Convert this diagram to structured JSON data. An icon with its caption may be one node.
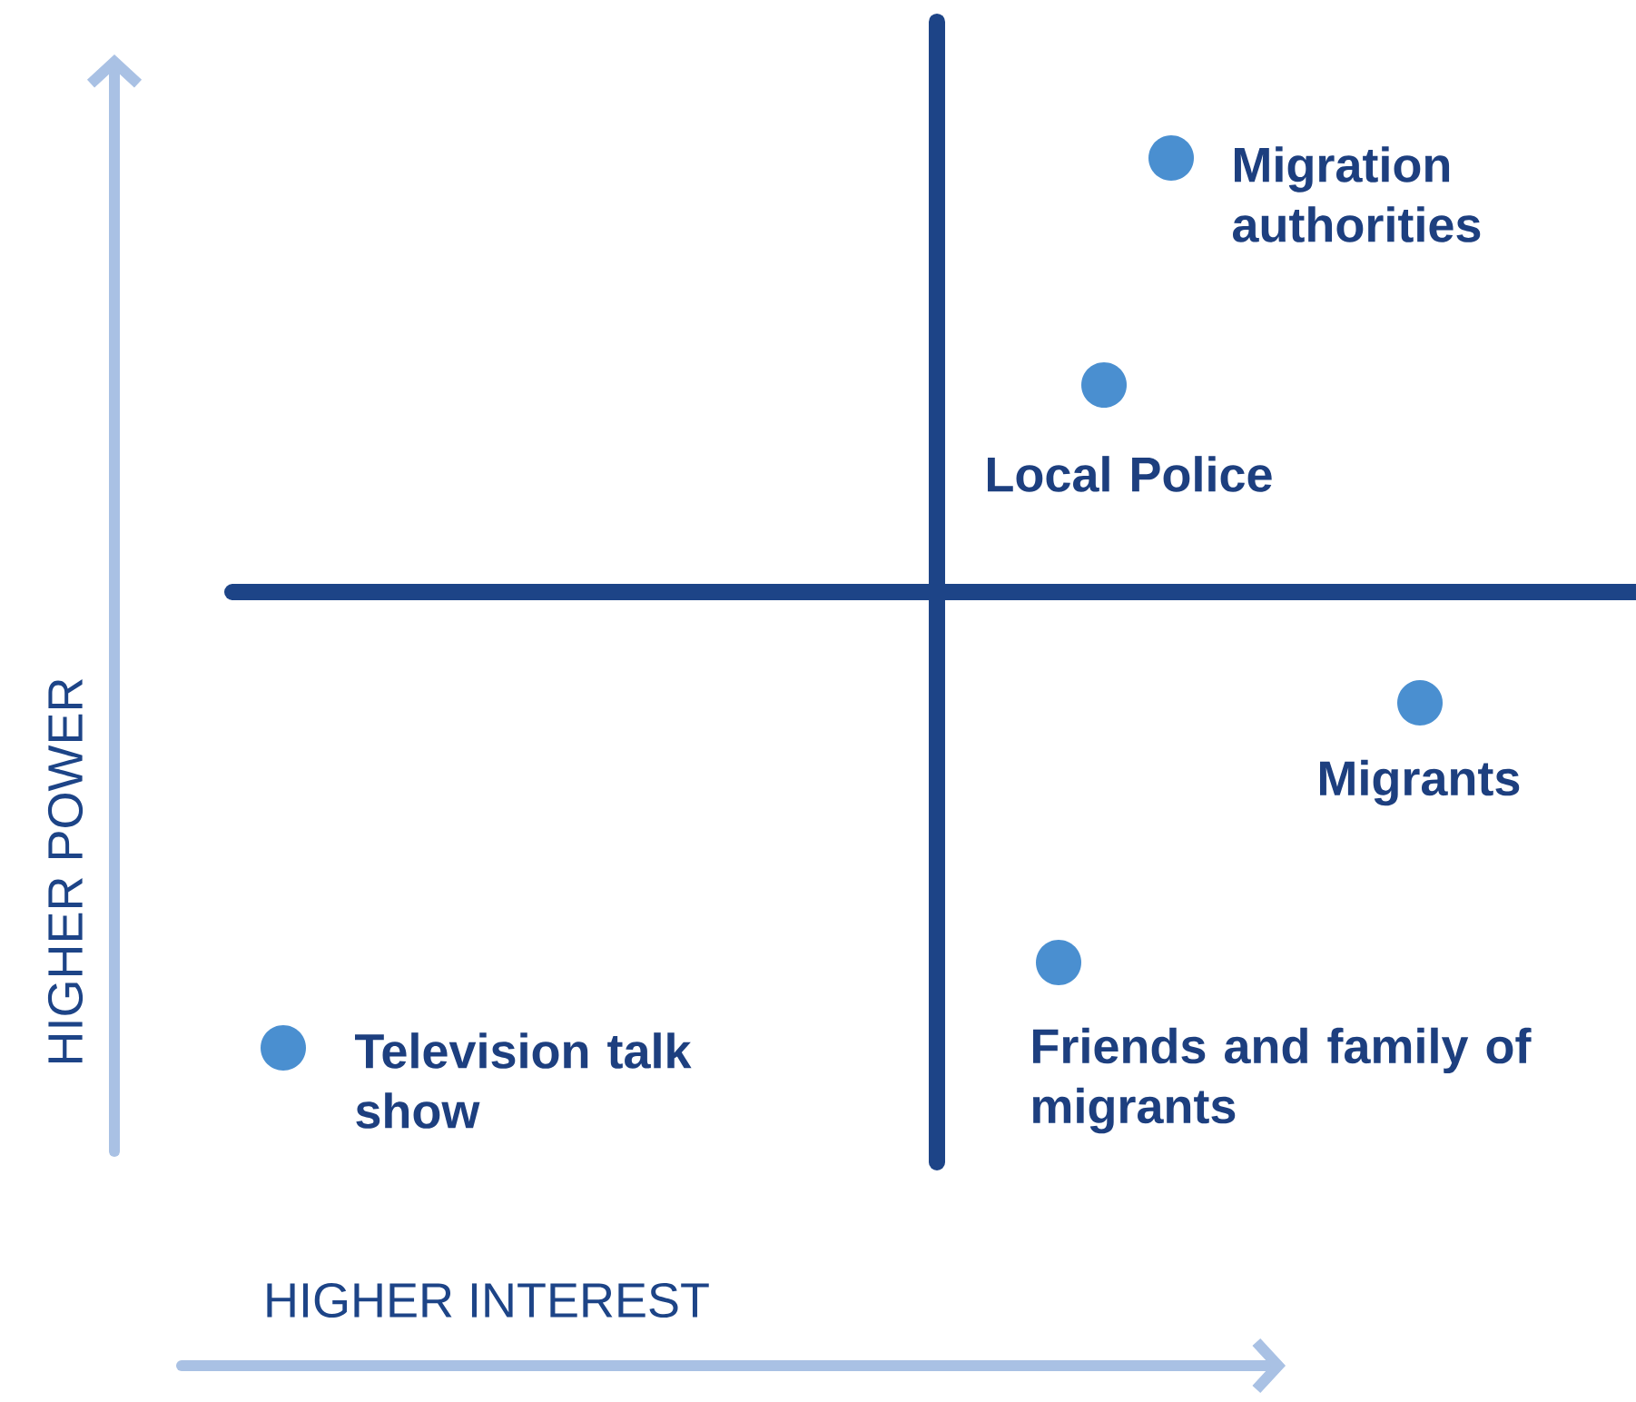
{
  "diagram": {
    "nodes": [
      {
        "text": [],
        "shape": "circle",
        "beside": [
          "Migration authorities"
        ]
      },
      {
        "text": [],
        "shape": "circle",
        "beside": [
          "Local Police"
        ]
      },
      {
        "text": [],
        "shape": "circle",
        "beside": [
          "Migrants"
        ]
      },
      {
        "text": [],
        "shape": "circle",
        "beside": [
          "Friends and family of migrants"
        ]
      },
      {
        "text": [],
        "shape": "circle",
        "beside": [
          "Television talk show"
        ]
      }
    ],
    "labels": [
      "HIGHER POWER",
      "HIGHER INTEREST"
    ]
  }
}
